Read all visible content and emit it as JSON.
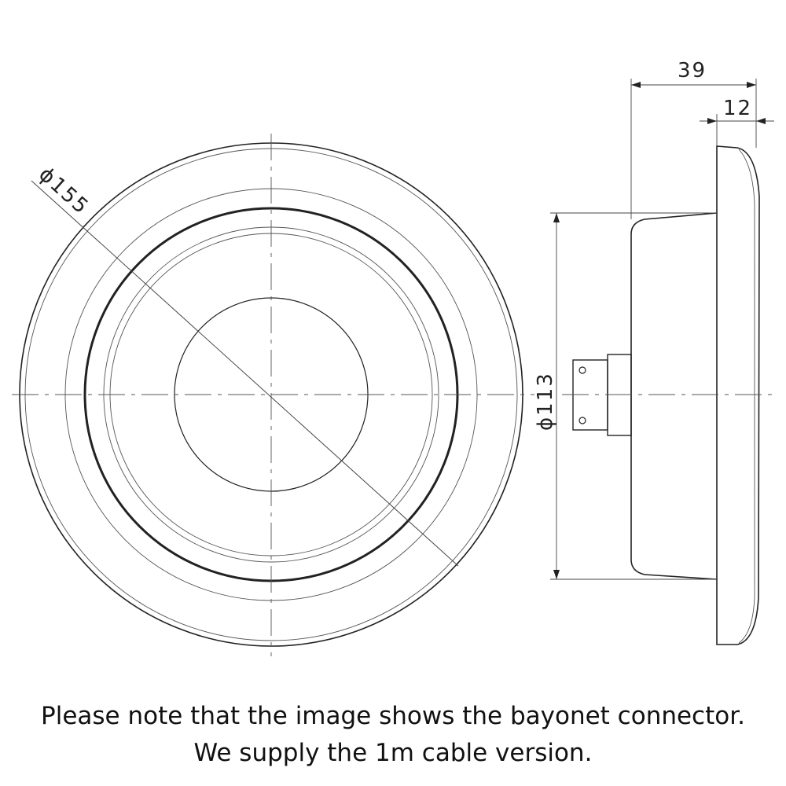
{
  "dimensions": {
    "outer_diameter": "ϕ155",
    "body_diameter": "ϕ113",
    "total_depth": "39",
    "flange_depth": "12"
  },
  "notes": {
    "line1": "Please note that the image shows the bayonet connector.",
    "line2": "We supply the 1m cable version."
  },
  "colors": {
    "line": "#222222",
    "thin_line": "#555555",
    "background": "#ffffff"
  }
}
